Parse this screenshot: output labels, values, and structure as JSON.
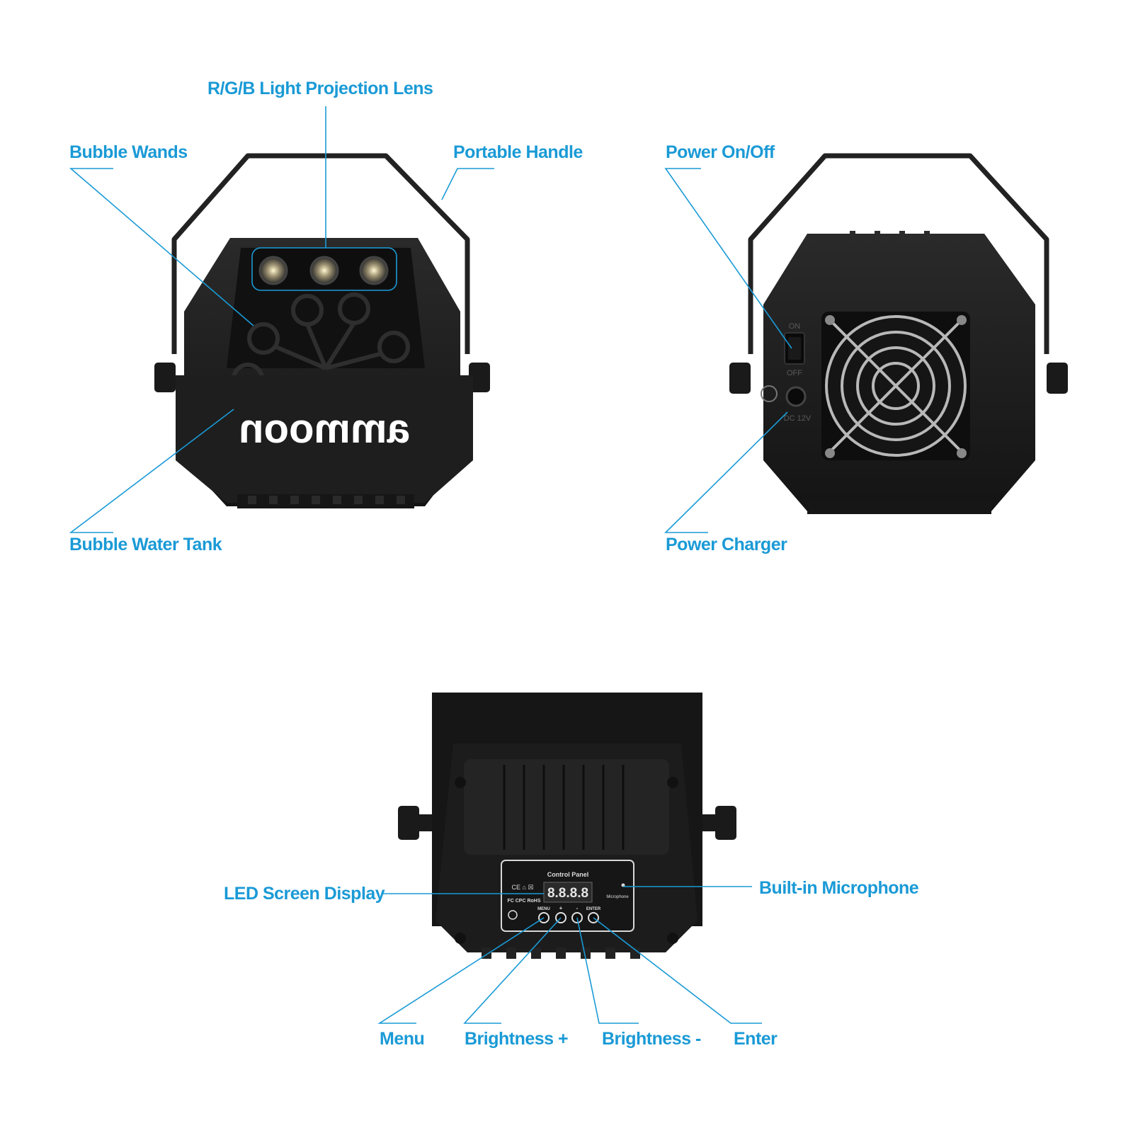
{
  "callouts": {
    "rgb_lens": "R/G/B Light Projection Lens",
    "bubble_wands": "Bubble Wands",
    "portable_handle": "Portable Handle",
    "bubble_water_tank": "Bubble Water Tank",
    "power_on_off": "Power On/Off",
    "power_charger": "Power Charger",
    "led_screen_display": "LED Screen Display",
    "builtin_microphone": "Built-in Microphone",
    "menu": "Menu",
    "brightness_plus": "Brightness +",
    "brightness_minus": "Brightness -",
    "enter": "Enter"
  },
  "front_view": {
    "logo": "ammoon"
  },
  "rear_view": {
    "switch_on": "ON",
    "switch_off": "OFF",
    "dc_label": "DC 12V"
  },
  "control_panel": {
    "title": "Control Panel",
    "display": "8.8.8.8",
    "microphone_label": "Microphone",
    "cert_marks_top": "CE ⌂ ☒",
    "cert_marks_bottom": "FC CPC RoHS",
    "button_labels": {
      "menu": "MENU",
      "plus": "+",
      "minus": "-",
      "enter": "ENTER"
    }
  },
  "colors": {
    "accent": "#1a9ad6",
    "device_body": "#1c1c1c"
  }
}
